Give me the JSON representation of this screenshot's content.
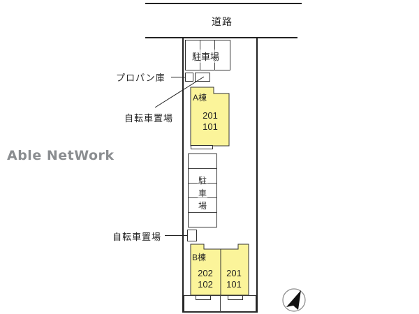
{
  "road": {
    "label": "道路"
  },
  "watermark": {
    "text": "Able NetWork"
  },
  "parking_top": {
    "label": "駐車場"
  },
  "parking_middle": {
    "label_chars": [
      "駐",
      "車",
      "場"
    ]
  },
  "propane_storage": {
    "label": "プロパン庫"
  },
  "bicycle_parking_top": {
    "label": "自転車置場"
  },
  "bicycle_parking_bottom": {
    "label": "自転車置場"
  },
  "building_a": {
    "name": "A棟",
    "units_upper": "201",
    "units_lower": "101"
  },
  "building_b": {
    "name": "B棟",
    "left": {
      "upper": "202",
      "lower": "102"
    },
    "right": {
      "upper": "201",
      "lower": "101"
    }
  },
  "compass": {
    "icon": "north-arrow-icon"
  },
  "colors": {
    "building_fill": "#fbf49a",
    "watermark": "#8a8d90",
    "lines": "#222222"
  }
}
